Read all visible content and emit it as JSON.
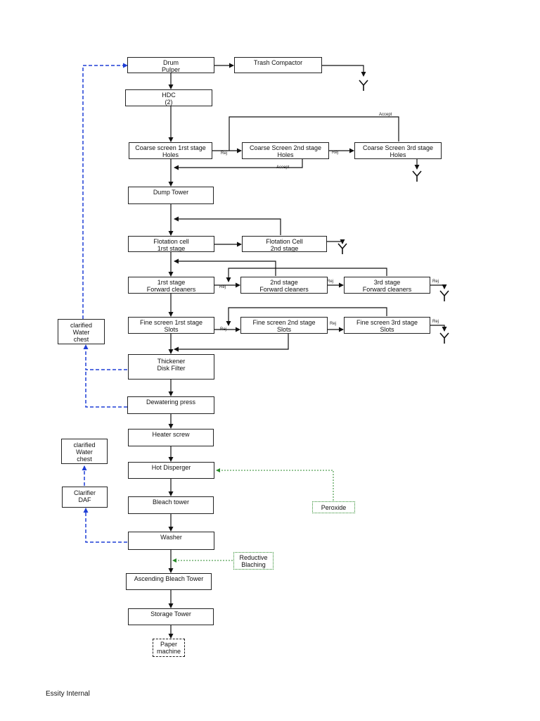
{
  "nodes": {
    "drum_pulper": "Drum\nPulper",
    "trash_compactor": "Trash Compactor",
    "hdc": "HDC\n(2)",
    "coarse1": "Coarse screen 1rst stage\nHoles",
    "coarse2": "Coarse Screen 2nd stage\nHoles",
    "coarse3": "Coarse Screen 3rd stage\nHoles",
    "dump_tower": "Dump Tower",
    "flot1": "Flotation cell\n1rst stage",
    "flot2": "Flotation Cell\n2nd stage",
    "fwd1": "1rst stage\nForward cleaners",
    "fwd2": "2nd stage\nForward cleaners",
    "fwd3": "3rd stage\nForward cleaners",
    "fine1": "Fine screen 1rst stage\nSlots",
    "fine2": "Fine screen  2nd stage\nSlots",
    "fine3": "Fine screen 3rd stage\nSlots",
    "clarified1": "clarified\nWater\nchest",
    "thickener": "Thickener\nDisk Filter",
    "dewatering": "Dewatering press",
    "heater": "Heater screw",
    "clarified2": "clarified\nWater\nchest",
    "disperger": "Hot Disperger",
    "clarifier": "Clarifier\nDAF",
    "bleach": "Bleach tower",
    "peroxide": "Peroxide",
    "washer": "Washer",
    "reductive": "Reductive\nBlaching",
    "ascending": "Ascending Bleach Tower",
    "storage": "Storage Tower",
    "paper": "Paper\nmachine"
  },
  "labels": {
    "accept": "Accept",
    "rej": "Rej"
  },
  "footer": "Essity Internal",
  "colors": {
    "recycle_line": "#1f3fd6",
    "chemical_line": "#2a8a2a",
    "main_line": "#111111"
  }
}
